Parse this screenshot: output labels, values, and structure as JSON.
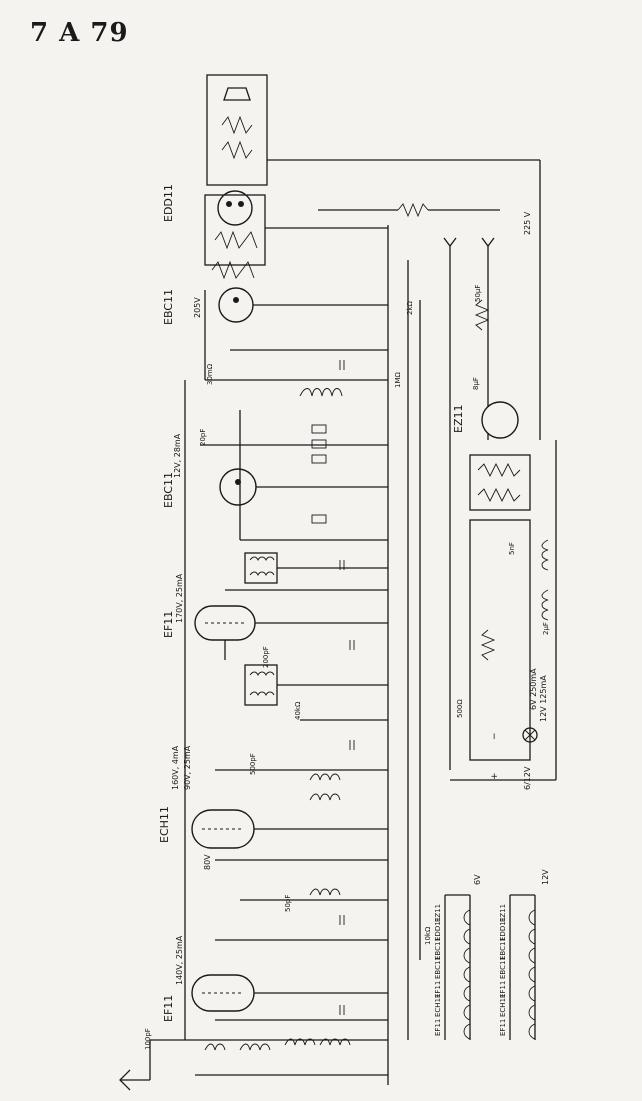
{
  "title": "7 A 79",
  "tubes": [
    {
      "label": "EDD11"
    },
    {
      "label": "EBC11"
    },
    {
      "label": "EBC11"
    },
    {
      "label": "EF11"
    },
    {
      "label": "ECH11"
    },
    {
      "label": "EF11"
    },
    {
      "label": "EZ11"
    }
  ],
  "voltages": {
    "v225": "225 V",
    "v205": "205V",
    "v170": "170V, 25mA",
    "v160": "160V, 4mA",
    "v90": "90V, 25mA",
    "v80": "80V",
    "v140": "140V, 25mA",
    "v12": "12V, 28mA",
    "heater6": "6V 250mA",
    "heater12": "12V 125mA",
    "h6v": "6V",
    "h12v": "12V",
    "mains": "6/12V"
  },
  "component_labels": {
    "c_20pf": "20pF",
    "c_100pf": "100pF",
    "c_50pf": "50pF",
    "c_200pf": "200pF",
    "c_500pf": "500pF",
    "c_5nf": "5nF",
    "c_2uf": "2μF",
    "c_8uf": "8μF",
    "c_50uf": "50μF",
    "r_30ohm": "30mΩ",
    "r_500": "500Ω",
    "r_1m": "1MΩ",
    "r_2k": "2kΩ",
    "r_40k": "40kΩ",
    "r_10k": "10kΩ"
  },
  "heater_chain_left": [
    "EZ11",
    "EDD11",
    "EBC11",
    "EBC11",
    "EF11",
    "ECH11",
    "EF11"
  ],
  "heater_chain_right": [
    "EZ11",
    "EDD11",
    "EBC11",
    "EBC11",
    "EF11",
    "ECH11",
    "EF11"
  ],
  "colors": {
    "ink": "#1a1a1a",
    "paper": "#f4f3ef"
  }
}
